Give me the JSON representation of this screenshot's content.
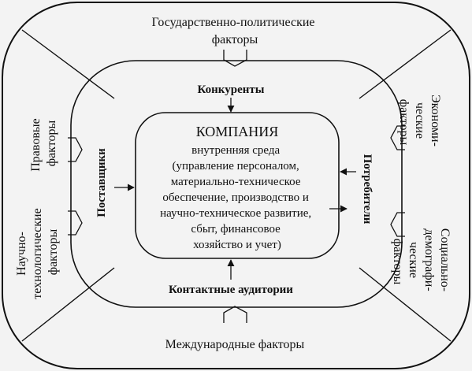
{
  "outer_factors": {
    "top": [
      "Государственно-политические",
      "факторы"
    ],
    "bottom": [
      "Международные факторы"
    ],
    "left_upper": [
      "Правовые",
      "факторы"
    ],
    "left_lower": [
      "Научно-",
      "технологические",
      "факторы"
    ],
    "right_upper": [
      "Экономи-",
      "ческие",
      "факторы"
    ],
    "right_lower": [
      "Социально-",
      "демографи-",
      "ческие",
      "факторы"
    ]
  },
  "middle_ring": {
    "top": "Конкуренты",
    "bottom": "Контактные аудитории",
    "left": "Поставщики",
    "right": "Потребители"
  },
  "company": {
    "title": "КОМПАНИЯ",
    "lines": [
      "внутренняя среда",
      "(управление персоналом,",
      "материально-техническое",
      "обеспечение, производство и",
      "научно-техническое развитие,",
      "сбыт, финансовое",
      "хозяйство и учет)"
    ]
  }
}
